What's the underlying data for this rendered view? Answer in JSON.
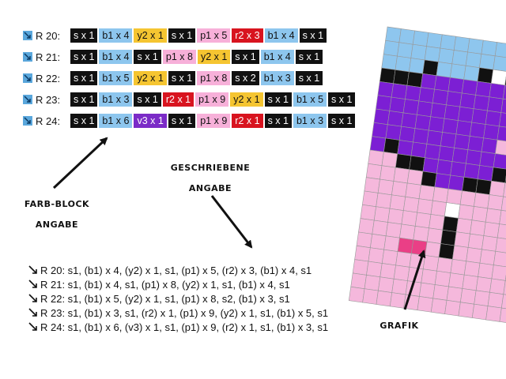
{
  "colors": {
    "s": "#111111",
    "b1": "#8dc6ee",
    "y2": "#f5c531",
    "p1": "#f7b0d9",
    "r2": "#d8141f",
    "v3": "#7b2bc7",
    "pink_grid": "#f5b8dc",
    "purple_grid": "#7c1fd4",
    "blue_grid": "#8ec6ee",
    "cheek": "#ea3f86",
    "gridline": "#999999"
  },
  "icon": "row-marker-icon",
  "block_rows": [
    {
      "label": "R 20:",
      "cells": [
        {
          "c": "s",
          "text": "s x 1"
        },
        {
          "c": "b1",
          "text": "b1 x 4"
        },
        {
          "c": "y2",
          "text": "y2 x 1"
        },
        {
          "c": "s",
          "text": "s x 1"
        },
        {
          "c": "p1",
          "text": "p1 x 5"
        },
        {
          "c": "r2",
          "text": "r2 x 3"
        },
        {
          "c": "b1",
          "text": "b1 x 4"
        },
        {
          "c": "s",
          "text": "s x 1"
        }
      ]
    },
    {
      "label": "R 21:",
      "cells": [
        {
          "c": "s",
          "text": "s x 1"
        },
        {
          "c": "b1",
          "text": "b1 x 4"
        },
        {
          "c": "s",
          "text": "s x 1"
        },
        {
          "c": "p1",
          "text": "p1 x 8"
        },
        {
          "c": "y2",
          "text": "y2 x 1"
        },
        {
          "c": "s",
          "text": "s x 1"
        },
        {
          "c": "b1",
          "text": "b1 x 4"
        },
        {
          "c": "s",
          "text": "s x 1"
        }
      ]
    },
    {
      "label": "R 22:",
      "cells": [
        {
          "c": "s",
          "text": "s x 1"
        },
        {
          "c": "b1",
          "text": "b1 x 5"
        },
        {
          "c": "y2",
          "text": "y2 x 1"
        },
        {
          "c": "s",
          "text": "s x 1"
        },
        {
          "c": "p1",
          "text": "p1 x 8"
        },
        {
          "c": "s",
          "text": "s x 2"
        },
        {
          "c": "b1",
          "text": "b1 x 3"
        },
        {
          "c": "s",
          "text": "s x 1"
        }
      ]
    },
    {
      "label": "R 23:",
      "cells": [
        {
          "c": "s",
          "text": "s x 1"
        },
        {
          "c": "b1",
          "text": "b1 x 3"
        },
        {
          "c": "s",
          "text": "s x 1"
        },
        {
          "c": "r2",
          "text": "r2 x 1"
        },
        {
          "c": "p1",
          "text": "p1 x 9"
        },
        {
          "c": "y2",
          "text": "y2 x 1"
        },
        {
          "c": "s",
          "text": "s x 1"
        },
        {
          "c": "b1",
          "text": "b1 x 5"
        },
        {
          "c": "s",
          "text": "s x 1"
        }
      ]
    },
    {
      "label": "R 24:",
      "cells": [
        {
          "c": "s",
          "text": "s x 1"
        },
        {
          "c": "b1",
          "text": "b1 x 6"
        },
        {
          "c": "v3",
          "text": "v3 x 1"
        },
        {
          "c": "s",
          "text": "s x 1"
        },
        {
          "c": "p1",
          "text": "p1 x 9"
        },
        {
          "c": "r2",
          "text": "r2 x 1"
        },
        {
          "c": "s",
          "text": "s x 1"
        },
        {
          "c": "b1",
          "text": "b1 x 3"
        },
        {
          "c": "s",
          "text": "s x 1"
        }
      ]
    }
  ],
  "captions": {
    "farb_line1": "FARB-BLOCK",
    "farb_line2": "ANGABE",
    "geschr_line1": "GESCHRIEBENE",
    "geschr_line2": "ANGABE",
    "grafik": "GRAFIK"
  },
  "written_rows": [
    "R 20: s1, (b1) x 4, (y2) x 1, s1, (p1) x 5, (r2) x 3, (b1) x 4, s1",
    "R 21: s1, (b1) x 4, s1, (p1) x 8, (y2) x 1, s1, (b1) x 4, s1",
    "R 22: s1, (b1) x 5, (y2) x 1, s1, (p1) x 8, s2, (b1) x 3, s1",
    "R 23: s1, (b1) x 3, s1, (r2) x 1, (p1) x 9, (y2) x 1, s1, (b1) x 5, s1",
    "R 24: s1, (b1) x 6, (v3) x 1, s1, (p1) x 9, (r2) x 1, s1, (b1) x 3, s1"
  ]
}
